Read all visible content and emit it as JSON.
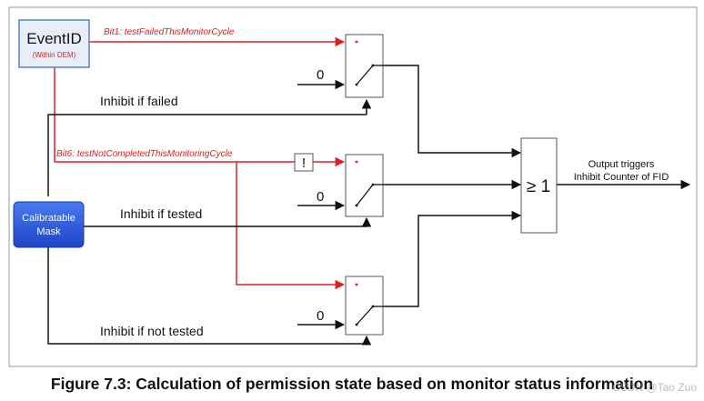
{
  "event_box": {
    "title": "EventID",
    "subtitle": "(Within DEM)"
  },
  "mask_box": {
    "line1": "Calibratable",
    "line2": "Mask"
  },
  "signals": {
    "bit1": "Bit1: testFailedThisMonitorCycle",
    "bit6": "Bit6: testNotCompletedThisMonitoringCycle"
  },
  "inhibits": {
    "failed": "Inhibit if failed",
    "tested": "Inhibit if tested",
    "not_tested": "Inhibit if not tested"
  },
  "constants": {
    "zero_1": "0",
    "zero_2": "0",
    "zero_3": "0"
  },
  "not_gate": {
    "symbol": "!"
  },
  "or_gate": {
    "symbol": "≥ 1"
  },
  "output": {
    "line1": "Output triggers",
    "line2": "Inhibit Counter of FID"
  },
  "caption": "Figure 7.3: Calculation of permission state based on monitor status information",
  "watermark": "CSDN @Tao Zuo",
  "colors": {
    "signal_red": "#e02020",
    "line_black": "#111111",
    "event_box_bg": "#e8eef8",
    "event_box_border": "#5b7fb8",
    "mask_box_bg": "#2f5fe0",
    "frame_border": "#999999"
  }
}
